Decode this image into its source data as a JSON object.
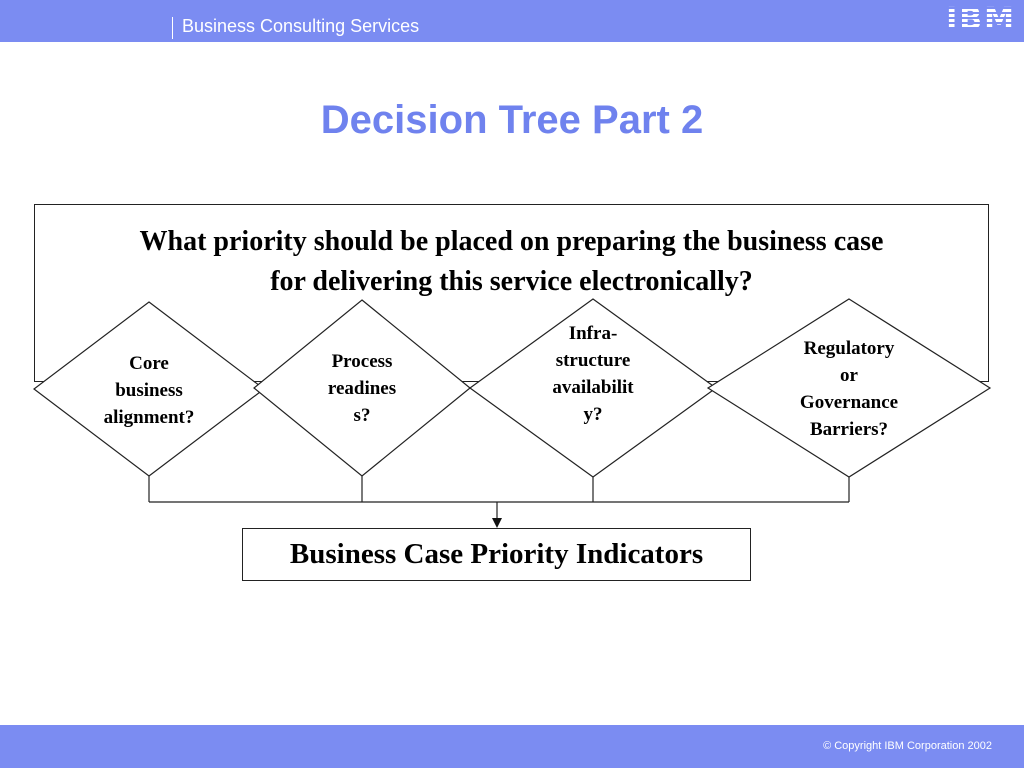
{
  "header": {
    "title": "Business Consulting Services",
    "logo_text": "IBM"
  },
  "page_title": "Decision Tree Part 2",
  "question": {
    "line1": "What priority should be placed on preparing  the business case",
    "line2": "for delivering  this service electronically?"
  },
  "decisions": [
    {
      "lines": [
        "Core",
        "business",
        "alignment?"
      ]
    },
    {
      "lines": [
        "Process",
        "readines",
        "s?"
      ]
    },
    {
      "lines": [
        "Infra-",
        "structure",
        "availabilit",
        "y?"
      ]
    },
    {
      "lines": [
        "Regulatory",
        "or",
        "Governance",
        "Barriers?"
      ]
    }
  ],
  "result": {
    "label": "Business Case Priority Indicators"
  },
  "footer": {
    "copyright": "© Copyright IBM Corporation 2002"
  },
  "colors": {
    "bar": "#7b8cf2",
    "title": "#6f82ee"
  }
}
